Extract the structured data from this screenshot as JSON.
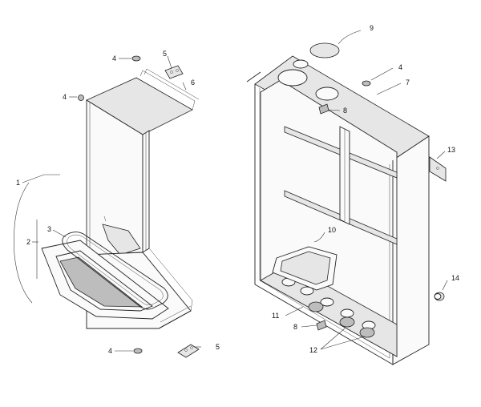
{
  "callouts": {
    "c1": "1",
    "c2": "2",
    "c3": "3",
    "c4a": "4",
    "c5a": "5",
    "c6": "6",
    "c4b": "4",
    "c4c": "4",
    "c5b": "5",
    "c9": "9",
    "c4d": "4",
    "c7": "7",
    "c8a": "8",
    "c13": "13",
    "c10": "10",
    "c14": "14",
    "c11": "11",
    "c8b": "8",
    "c12": "12"
  }
}
